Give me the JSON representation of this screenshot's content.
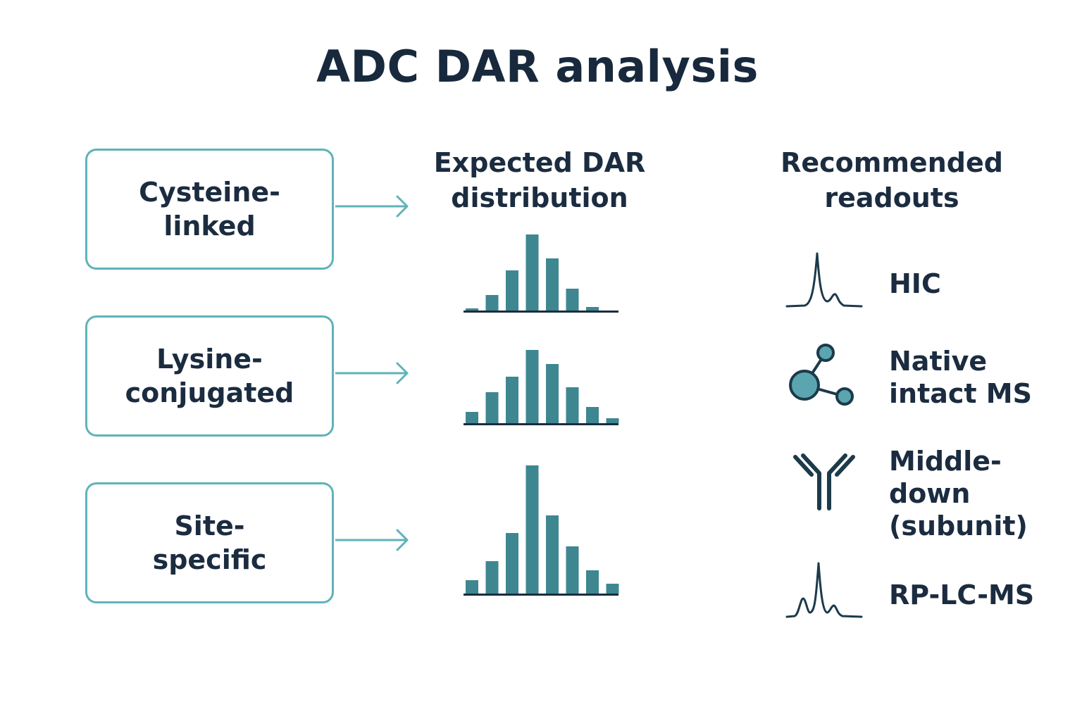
{
  "title": "ADC DAR analysis",
  "columns": {
    "distribution_heading": [
      "Expected DAR",
      "distribution"
    ],
    "readouts_heading": [
      "Recommended",
      "readouts"
    ]
  },
  "colors": {
    "box_border": "#5fb3b9",
    "arrow": "#5fb3b9",
    "bar_fill": "#3e8790",
    "baseline": "#1b2c40",
    "icon_stroke": "#1c3a4a",
    "icon_fill": "#5aa5b0",
    "text": "#1b2c40"
  },
  "conjugation_methods": [
    {
      "lines": [
        "Cysteine-",
        "linked"
      ],
      "dar_distribution": [
        3,
        22,
        57,
        108,
        74,
        31,
        5
      ]
    },
    {
      "lines": [
        "Lysine-",
        "conjugated"
      ],
      "dar_distribution": [
        16,
        44,
        66,
        104,
        84,
        51,
        23,
        7
      ]
    },
    {
      "lines": [
        "Site-",
        "specific"
      ],
      "dar_distribution": [
        19,
        46,
        86,
        182,
        111,
        67,
        33,
        14
      ]
    }
  ],
  "readouts": [
    {
      "label": "HIC",
      "icon": "chromatogram-peak-icon"
    },
    {
      "label": "Native\nintact MS",
      "icon": "molecule-icon"
    },
    {
      "label": "Middle-\ndown\n(subunit)",
      "icon": "antibody-icon"
    },
    {
      "label": "RP-LC-MS",
      "icon": "chromatogram-multi-peak-icon"
    }
  ]
}
